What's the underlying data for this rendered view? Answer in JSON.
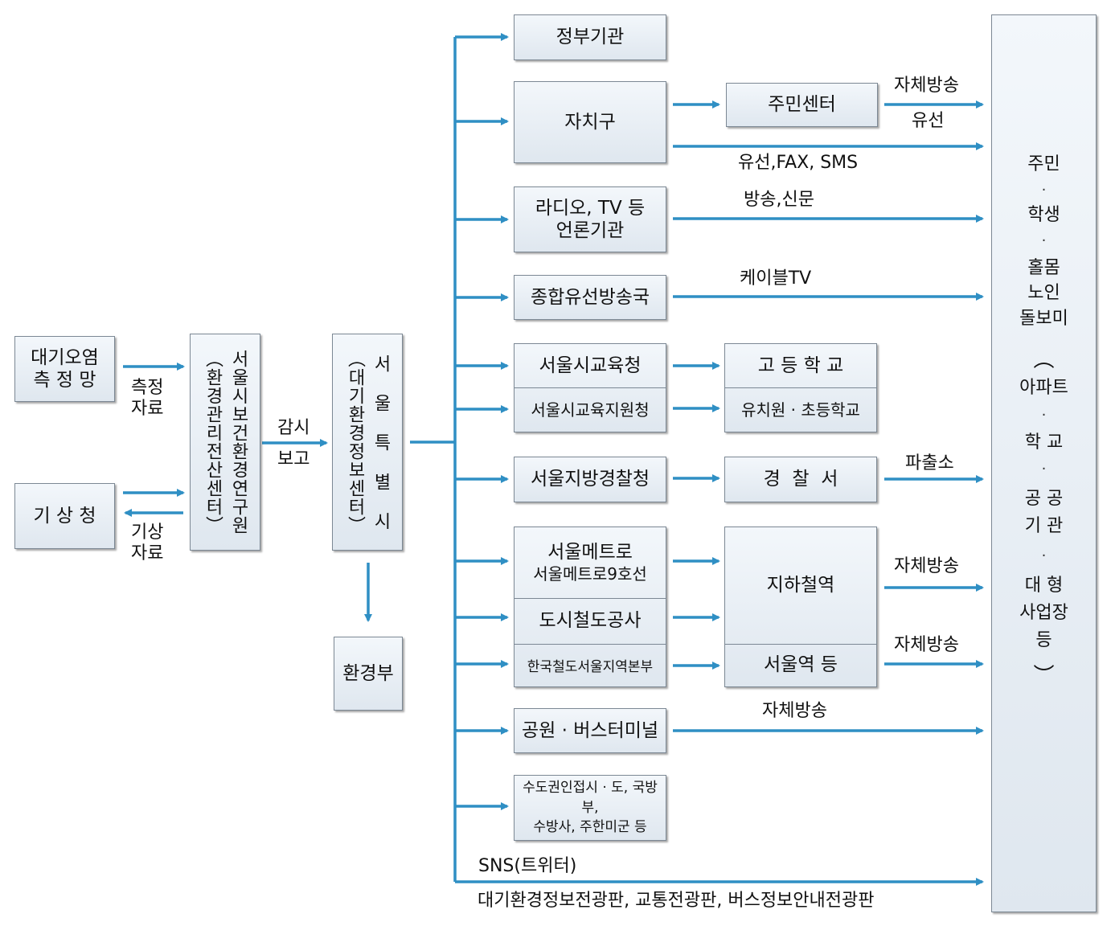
{
  "colors": {
    "arrow": "#2f8fc4",
    "box_border": "#7c8894",
    "box_fill": "#e6edf4"
  },
  "left": {
    "measure_network": "대기오염\n측 정 망",
    "kma": "기 상 청",
    "label_measure": "측정\n자료",
    "label_weather": "기상\n자료"
  },
  "institute": {
    "text": "서울시보건환경연구원\n（환경관리전산센터）"
  },
  "monitor_label": "감시\n보고",
  "seoul": {
    "text": "서 울 특 별 시\n（대기환경정보센터）"
  },
  "moe": "환경부",
  "agencies": {
    "gov": "정부기관",
    "district": "자치구",
    "media": "라디오, TV 등\n언론기관",
    "cable": "종합유선방송국",
    "edu_office": "서울시교육청",
    "edu_support": "서울시교육지원청",
    "police": "서울지방경찰청",
    "metro1": "서울메트로",
    "metro9": "서울메트로9호선",
    "urban_rail": "도시철도공사",
    "korail": "한국철도서울지역본부",
    "park_bus": "공원 · 버스터미널",
    "metro_area": "수도권인접시 · 도, 국방부,\n수방사, 주한미군 등"
  },
  "targets": {
    "community_center": "주민센터",
    "high_school": "고 등 학 교",
    "kindergarten": "유치원 · 초등학교",
    "police_station": "경  찰  서",
    "subway_station": "지하철역",
    "seoul_station": "서울역 등"
  },
  "channels": {
    "self_broadcast_top": "자체방송",
    "wired_top": "유선",
    "wired_fax_sms": "유선,FAX, SMS",
    "broadcast_newspaper": "방송,신문",
    "cable_tv": "케이블TV",
    "police_box": "파출소",
    "self_broadcast_subway": "자체방송",
    "self_broadcast_station": "자체방송",
    "self_broadcast_park": "자체방송",
    "sns": "SNS(트위터)",
    "boards": "대기환경정보전광판, 교통전광판, 버스정보안내전광판"
  },
  "recipients": {
    "items": [
      "주민",
      "학생",
      "홀몸\n노인\n돌보미"
    ],
    "paren_open": "︵",
    "places": [
      "아파트",
      "학 교",
      "공 공\n기 관",
      "대 형\n사업장\n등"
    ],
    "paren_close": "︶",
    "dot": "·"
  }
}
